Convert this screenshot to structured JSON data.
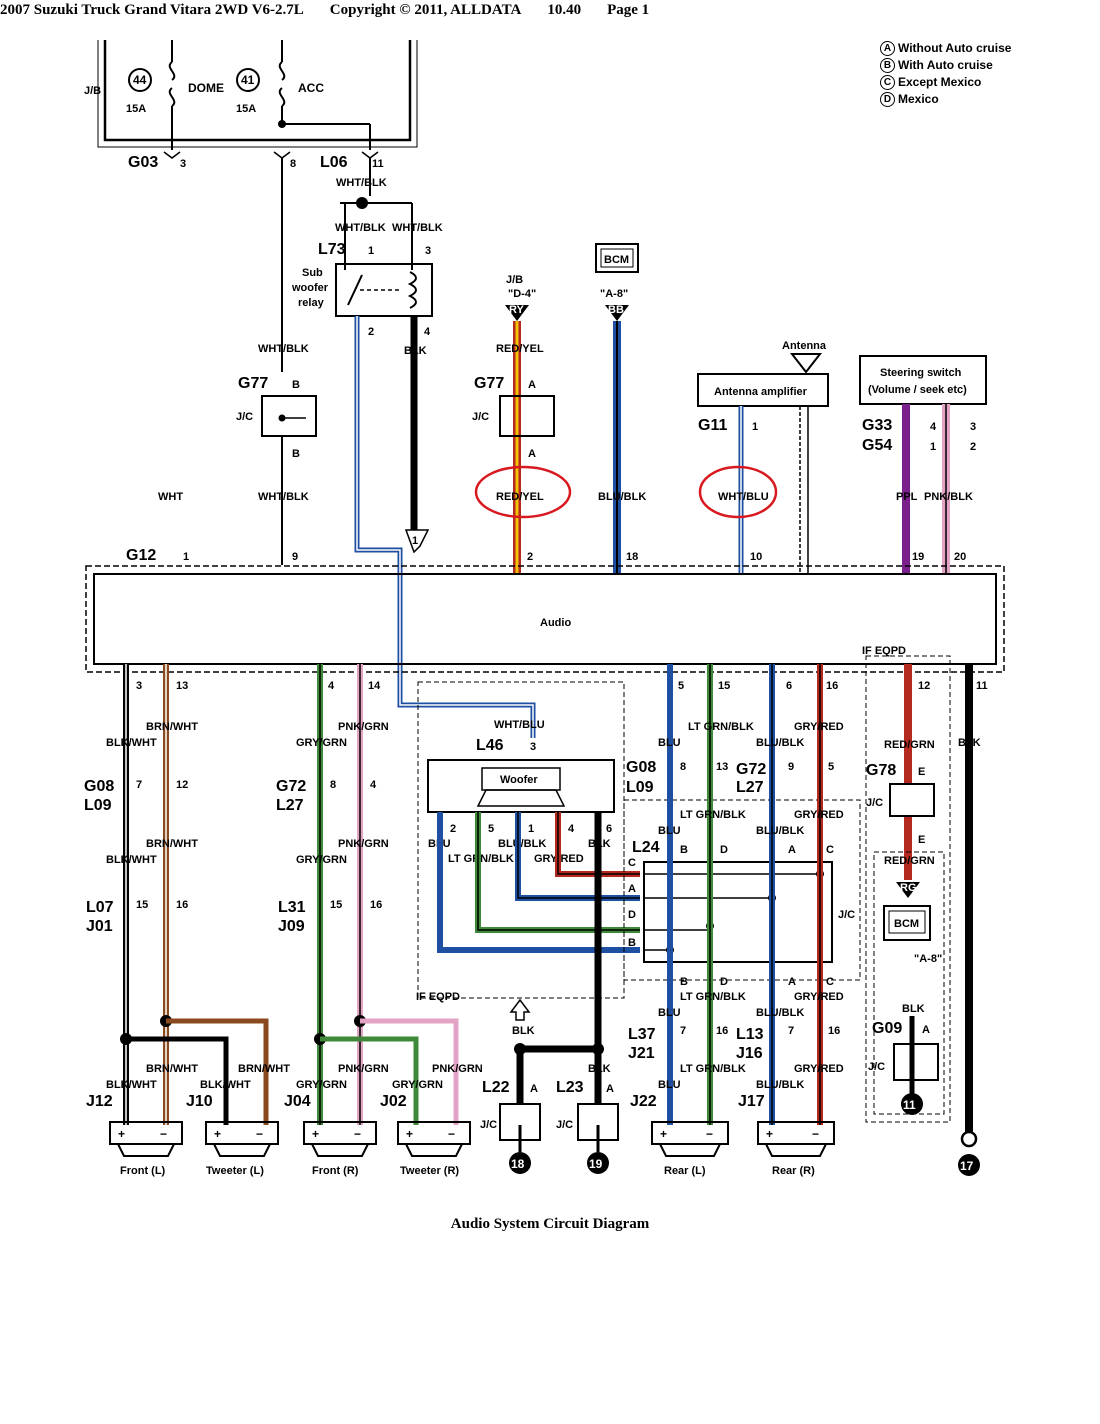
{
  "header": {
    "vehicle": "2007 Suzuki Truck Grand Vitara 2WD V6-2.7L",
    "copyright": "Copyright © 2011, ALLDATA",
    "version": "10.40",
    "page": "Page 1"
  },
  "legend": [
    {
      "letter": "A",
      "text": "Without Auto cruise"
    },
    {
      "letter": "B",
      "text": "With Auto cruise"
    },
    {
      "letter": "C",
      "text": "Except Mexico"
    },
    {
      "letter": "D",
      "text": "Mexico"
    }
  ],
  "fuses": {
    "jb": "J/B",
    "dome": {
      "num": "44",
      "name": "DOME",
      "amp": "15A"
    },
    "acc": {
      "num": "41",
      "name": "ACC",
      "amp": "15A"
    }
  },
  "top_connectors": {
    "g03": "G03",
    "g03_pin": "3",
    "pin8": "8",
    "l06": "L06",
    "l06_pin": "11"
  },
  "relay": {
    "id": "L73",
    "label1": "Sub",
    "label2": "woofer",
    "label3": "relay",
    "pin1": "1",
    "pin2": "2",
    "pin3": "3",
    "pin4": "4"
  },
  "wires": {
    "wht_blk": "WHT/BLK",
    "wht": "WHT",
    "blk": "BLK",
    "red_yel": "RED/YEL",
    "blu_blk": "BLU/BLK",
    "wht_blu": "WHT/BLU",
    "ppl": "PPL",
    "pnk_blk": "PNK/BLK",
    "brn_wht": "BRN/WHT",
    "blk_wht": "BLK/WHT",
    "pnk_grn": "PNK/GRN",
    "gry_grn": "GRY/GRN",
    "blu": "BLU",
    "lt_grn_blk": "LT GRN/BLK",
    "gry_red": "GRY/RED",
    "red_grn": "RED/GRN"
  },
  "jc": {
    "g77": "G77",
    "jc": "J/C",
    "pinA": "A",
    "pinB": "B",
    "pinE": "E"
  },
  "bcm": {
    "label": "BCM",
    "jb_ref": "J/B",
    "d4": "\"D-4\"",
    "a8": "\"A-8\"",
    "ry": "RY",
    "bb": "BB",
    "rg": "RG"
  },
  "antenna": {
    "antenna": "Antenna",
    "amplifier": "Antenna amplifier",
    "g11": "G11",
    "pin": "1"
  },
  "steering": {
    "line1": "Steering switch",
    "line2": "(Volume / seek etc)",
    "g33": "G33",
    "g54": "G54",
    "a4": "4",
    "a3": "3",
    "b1": "1",
    "b2": "2"
  },
  "audio": {
    "label": "Audio",
    "g12": "G12",
    "top_pins": [
      "1",
      "9",
      "2",
      "18",
      "10",
      "19",
      "20"
    ],
    "bottom_pins": [
      "3",
      "13",
      "4",
      "14",
      "5",
      "15",
      "6",
      "16",
      "12",
      "11"
    ],
    "if_eqpd": "IF EQPD"
  },
  "woofer": {
    "label": "Woofer",
    "l46": "L46",
    "pin3": "3",
    "pins": [
      "2",
      "5",
      "1",
      "4",
      "6"
    ]
  },
  "mid_connectors": {
    "g08": "G08",
    "l09": "L09",
    "g72": "G72",
    "l27": "L27",
    "l07": "L07",
    "j01": "J01",
    "l31": "L31",
    "j09": "J09",
    "l24": "L24",
    "l37": "L37",
    "j21": "J21",
    "l13": "L13",
    "j16": "J16",
    "g78": "G78",
    "g09": "G09",
    "l22": "L22",
    "l23": "L23"
  },
  "speakers": [
    {
      "conn": "J12",
      "name": "Front (L)"
    },
    {
      "conn": "J10",
      "name": "Tweeter (L)"
    },
    {
      "conn": "J04",
      "name": "Front (R)"
    },
    {
      "conn": "J02",
      "name": "Tweeter (R)"
    },
    {
      "conn": "J22",
      "name": "Rear (L)"
    },
    {
      "conn": "J17",
      "name": "Rear (R)"
    }
  ],
  "grounds": [
    "18",
    "19",
    "11",
    "17"
  ],
  "caption": "Audio System Circuit Diagram",
  "colors": {
    "red": "#b52a1e",
    "yellow": "#f2c300",
    "blue": "#1e4fa0",
    "green": "#3f8a3a",
    "brown": "#8a4a1e",
    "pink": "#e3a3c4",
    "purple": "#7a1f8c",
    "black": "#000000",
    "ann": "#d8191f"
  }
}
